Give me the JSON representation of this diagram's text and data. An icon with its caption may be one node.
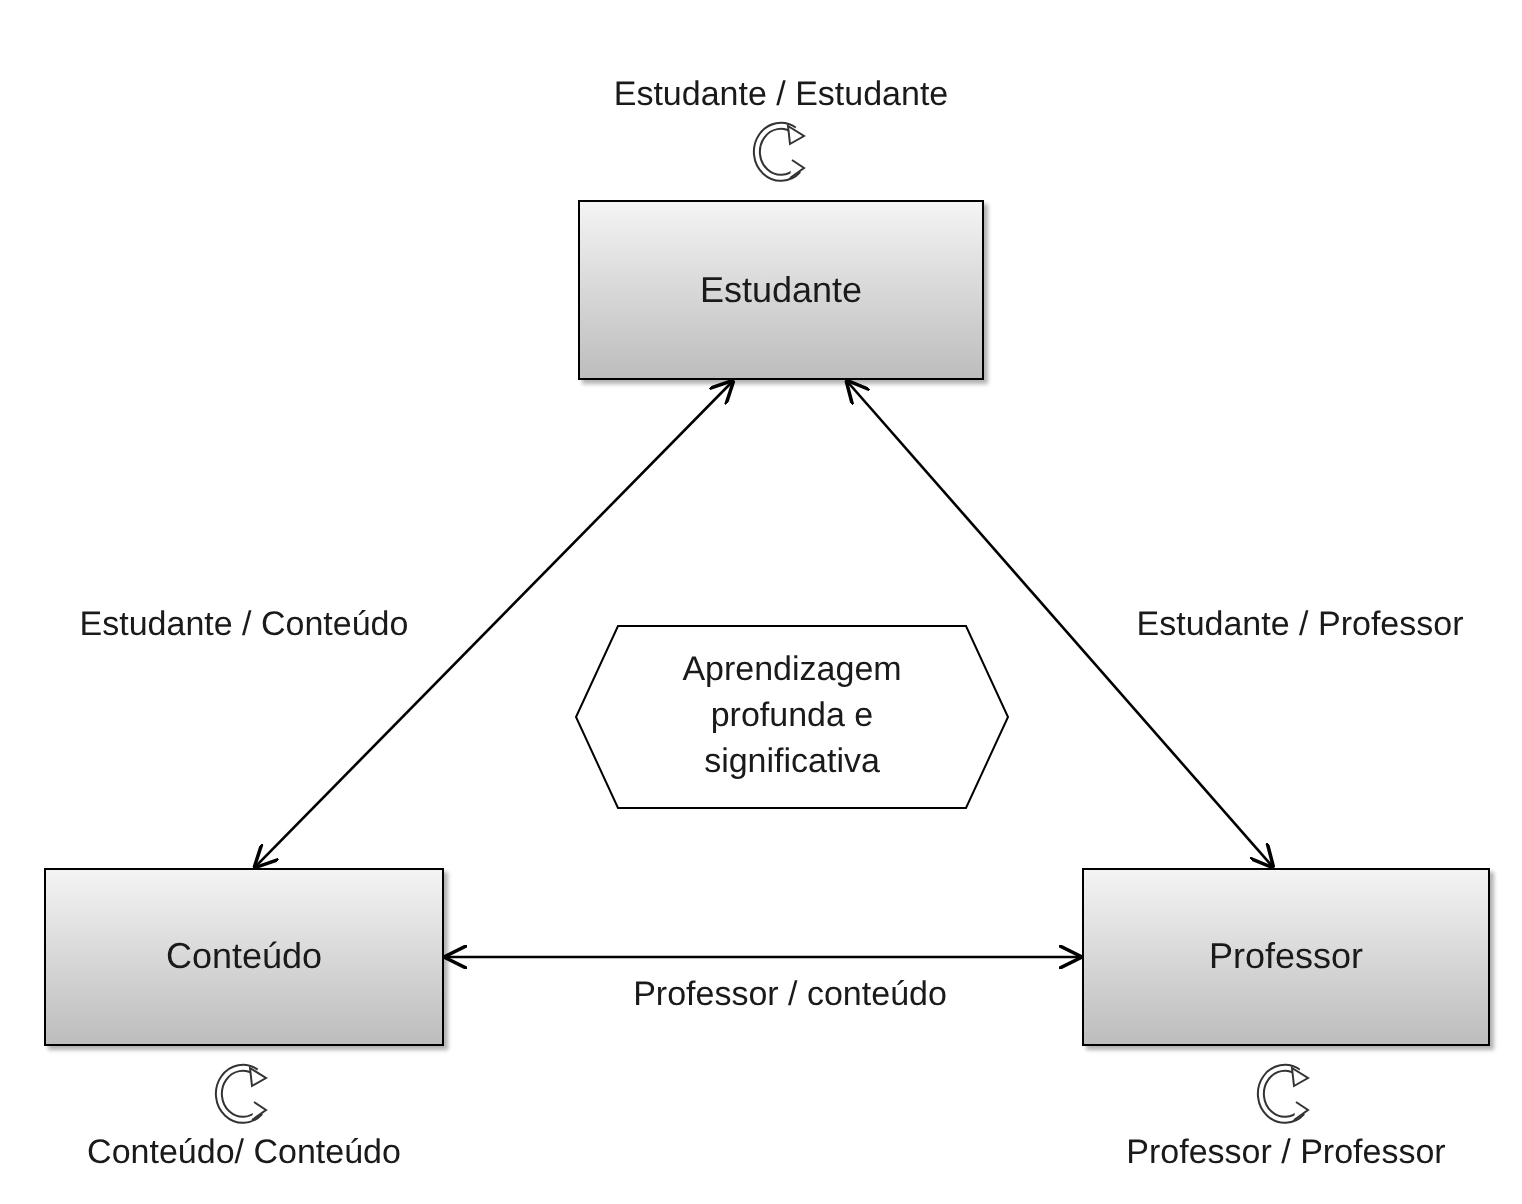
{
  "diagram": {
    "nodes": [
      {
        "text": [
          "Estudante"
        ],
        "beside": [
          "Estudante / Estudante"
        ]
      },
      {
        "text": [
          "Aprendizagem profunda e significativa"
        ]
      },
      {
        "text": [
          "Conteúdo"
        ],
        "beside": [
          "Conteúdo/ Conteúdo"
        ]
      },
      {
        "text": [
          "Professor"
        ],
        "beside": [
          "Professor / Professor"
        ]
      }
    ],
    "edges": [
      {
        "from": 0,
        "to": 2,
        "arrow": "both",
        "label": "Estudante / Conteúdo"
      },
      {
        "from": 0,
        "to": 3,
        "arrow": "both",
        "label": "Estudante / Professor"
      },
      {
        "from": 2,
        "to": 3,
        "arrow": "both",
        "label": "Professor / conteúdo"
      }
    ]
  }
}
